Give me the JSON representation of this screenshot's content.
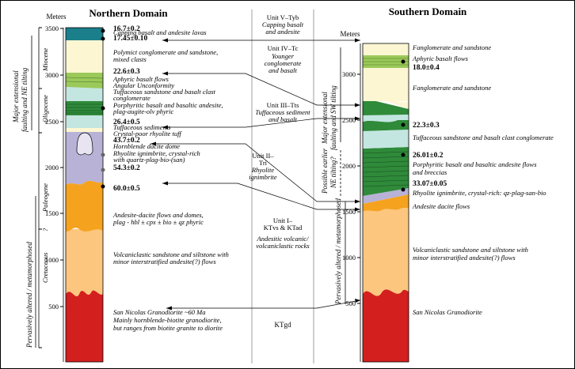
{
  "titles": {
    "north": "Northern Domain",
    "south": "Southern Domain"
  },
  "axis_units": {
    "north": "Meters",
    "south": "Meters"
  },
  "north_ticks": [
    "3500",
    "3000",
    "2500",
    "2000",
    "1500",
    "1000",
    "500"
  ],
  "south_ticks": [
    "3000",
    "2500",
    "2000",
    "1500",
    "1000",
    "500"
  ],
  "epochs": {
    "miocene": "Miocene",
    "oligocene": "Oligocene",
    "paleogene": "Paleogene",
    "cretaceous": "Cretaceous",
    "qmark": "?"
  },
  "side_labels": {
    "north_tilt_1": "Major extensional",
    "north_tilt_2": "faulting and NE tilting",
    "north_altered": "Pervasively altered / metamorphosed",
    "south_tilt_1": "Major extensional",
    "south_tilt_2": "faulting and SW tilting",
    "south_possible_1": "Possible earlier",
    "south_possible_2": "NE tilting?",
    "south_altered": "Pervasively altered / metamorphosed"
  },
  "north_dates": {
    "d1": "16.7±0.2",
    "d2": "17.45±0.10",
    "d3": "22.6±0.3",
    "d4": "26.4±0.5",
    "d5": "43.7±0.2",
    "d6": "54.3±0.2",
    "d7": "60.0±0.5"
  },
  "north_desc": {
    "capping": "Capping basalt and andesite lavas",
    "polymict_1": "Polymict conglomerate and sandstone,",
    "polymict_2": "mixed clasts",
    "aphyric": "Aphyric basalt flows",
    "angular": "Angular Unconformity",
    "tuff_ss_1": "Tuffaceous sandstone and basalt clast",
    "tuff_ss_2": "conglomerate",
    "porph_1": "Porphyritic basalt and basaltic andesite,",
    "porph_2": "plag-augite-olv phyric",
    "tuff_sed": "Tuffaceous sediments",
    "crystal_poor": "Crystal-poor rhyolite tuff",
    "hbl_dome": "Hornblende dacite dome",
    "rhy_ign_1": "Rhyolite ignimbrite, crystal-rich",
    "rhy_ign_2": "with quartz-plag-bio-(san)",
    "andesite_1": "Andesite-dacite flows and domes,",
    "andesite_2": "plag - hbl ± cpx ± bio ± qz phyric",
    "volc_1": "Volcaniclastic sandstone and siltstone with",
    "volc_2": "minor interstratified andesite(?) flows",
    "gd_1": "San Nicolas Granodiorite ~60 Ma",
    "gd_2": "Mainly hornblende-biotite granodiorite,",
    "gd_3": "but ranges from biotite granite to diorite"
  },
  "units": {
    "u5_a": "Unit V–Tyb",
    "u5_b": "Capping basalt",
    "u5_c": "and andesite",
    "u4_a": "Unit IV–Tc",
    "u4_b": "Younger",
    "u4_c": "conglomerate",
    "u4_d": "and basalt",
    "u3_a": "Unit III–Tts",
    "u3_b": "Tuffaceous sediment",
    "u3_c": "and basalt",
    "u2_a": "Unit II–",
    "u2_b": "Tri",
    "u2_c": "Rhyolite",
    "u2_d": "ignimbrite",
    "u1_a": "Unit I–",
    "u1_b": "KTvs & KTad",
    "u1_c": "Andesitic volcanic/",
    "u1_d": "volcaniclastic rocks",
    "ktgd": "KTgd"
  },
  "south_dates": {
    "d1": "18.0±0.4",
    "d2": "22.3±0.3",
    "d3": "26.01±0.2",
    "d4": "33.07±0.05"
  },
  "south_desc": {
    "fang1": "Fanglomerate and sandstone",
    "aphyric": "Aphyric basalt flows",
    "fang2": "Fanglomerate and sandstone",
    "tuff_ss": "Tuffaceous sandstone and basalt clast conglomerate",
    "porph_1": "Porphyritic basalt and basaltic andesite flows",
    "porph_2": "and breccias",
    "rhy": "Rhyolite ignimbrite, crystal-rich: qz-plag-san-bio",
    "andesite": "Andesite dacite flows",
    "volc_1": "Volcaniclastic sandstone and siltstone with",
    "volc_2": "minor interstratified andesite(?) flows",
    "gd": "San Nicolas Granodiorite"
  },
  "colors": {
    "capping": "#1a7f8a",
    "cream": "#fdf6d2",
    "basalt_green": "#2f8a3a",
    "aphyric_green": "#9bc95a",
    "tuff_teal": "#c4e6e0",
    "lavender": "#b7b2d6",
    "orange": "#f5a21f",
    "tan": "#fcc67e",
    "granite_red": "#d41f1f"
  }
}
